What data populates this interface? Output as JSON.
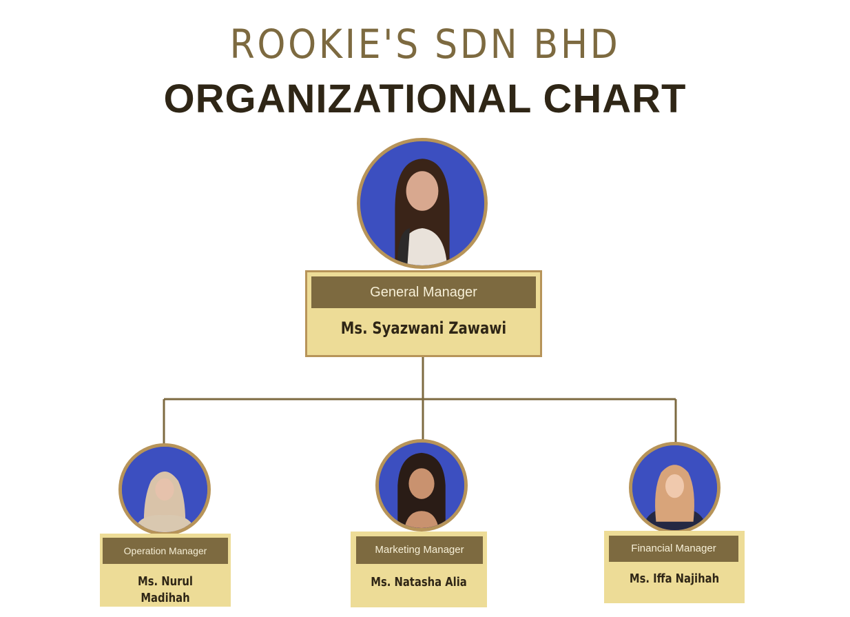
{
  "title": {
    "company": "ROOKIE'S SDN BHD",
    "heading": "ORGANIZATIONAL CHART"
  },
  "colors": {
    "accent_brown": "#7d6a40",
    "card_fill": "#eddc97",
    "frame_gold": "#b79459",
    "photo_backdrop": "#3c4fc0",
    "heading_dark": "#2f2616"
  },
  "general_manager": {
    "role": "General Manager",
    "name": "Ms. Syazwani Zawawi",
    "photo_icon": "portrait-photo"
  },
  "managers": [
    {
      "role": "Operation Manager",
      "name": "Ms. Nurul Madihah",
      "photo_icon": "portrait-photo"
    },
    {
      "role": "Marketing Manager",
      "name": "Ms. Natasha Alia",
      "photo_icon": "portrait-photo"
    },
    {
      "role": "Financial Manager",
      "name": "Ms. Iffa Najihah",
      "photo_icon": "portrait-photo"
    }
  ]
}
